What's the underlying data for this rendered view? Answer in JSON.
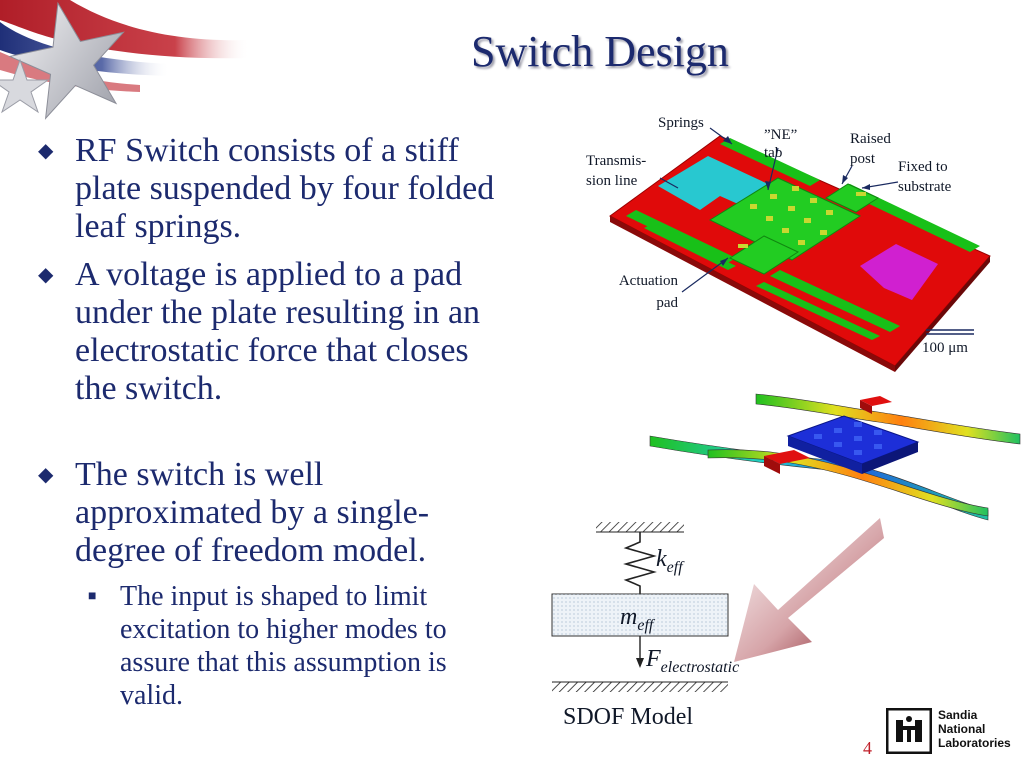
{
  "slide": {
    "title": "Switch Design",
    "page_number": "4"
  },
  "bullets": [
    {
      "text": "RF Switch consists of a stiff plate suspended by four folded leaf springs."
    },
    {
      "text": "A voltage is applied to a pad under the plate resulting in an electrostatic force that closes the switch."
    },
    {
      "text": "The switch is well approximated by a single-degree of freedom model."
    }
  ],
  "sub_bullets": [
    {
      "text": "The input is shaped to limit excitation to higher modes to assure that this assumption is valid."
    }
  ],
  "switch_diagram": {
    "labels": {
      "springs": "Springs",
      "ne_tab_1": "”NE”",
      "ne_tab_2": "tab",
      "raised_1": "Raised",
      "raised_2": "post",
      "fixed_1": "Fixed to",
      "fixed_2": "substrate",
      "trans_1": "Transmis-",
      "trans_2": "sion line",
      "act_1": "Actuation",
      "act_2": "pad",
      "scale": "100 μm"
    }
  },
  "sdof_model": {
    "k_main": "k",
    "k_sub": "eff",
    "m_main": "m",
    "m_sub": "eff",
    "f_main": "F",
    "f_sub": "electrostatic",
    "caption": "SDOF Model"
  },
  "logo": {
    "line1": "Sandia",
    "line2": "National",
    "line3": "Laboratories"
  },
  "colors": {
    "title": "#1c2a6e",
    "text": "#1c2a6e",
    "page_number": "#c0202a"
  },
  "icons": {
    "bullet": "diamond-bullet-icon",
    "sub_bullet": "square-bullet-icon"
  }
}
